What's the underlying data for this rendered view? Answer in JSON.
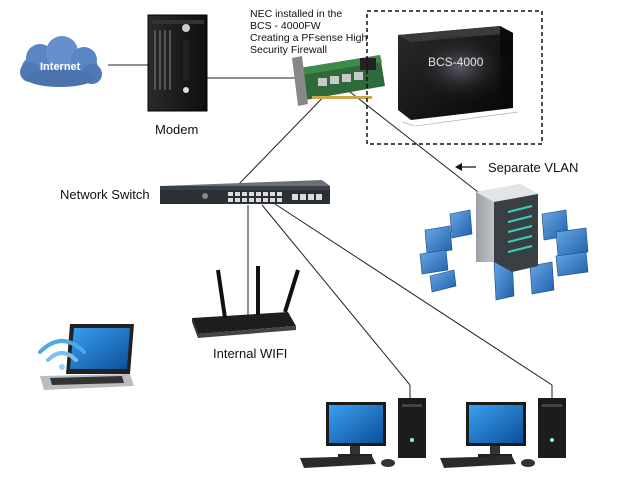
{
  "labels": {
    "internet": "Internet",
    "modem": "Modem",
    "network_switch": "Network Switch",
    "internal_wifi": "Internal WIFI",
    "separate_vlan": "Separate VLAN",
    "nec_line1": "NEC installed in the",
    "nec_line2": "BCS - 4000FW",
    "nec_line3": "Creating a PFsense High",
    "nec_line4": "Security Firewall",
    "bcs_box": "BCS-4000"
  },
  "colors": {
    "cloud": "#5b86c4",
    "device_dark": "#1a1a1a",
    "nic_green": "#2f6b3a",
    "screen_blue": "#1f76c8",
    "server_glow": "#3ad0c0",
    "vlan_blue": "#2f78c9"
  },
  "icons": [
    "cloud-icon",
    "modem-icon",
    "nic-card-icon",
    "server-box-icon",
    "network-switch-icon",
    "router-icon",
    "laptop-icon",
    "wifi-icon",
    "server-tower-icon",
    "desktop-computer-icon"
  ]
}
